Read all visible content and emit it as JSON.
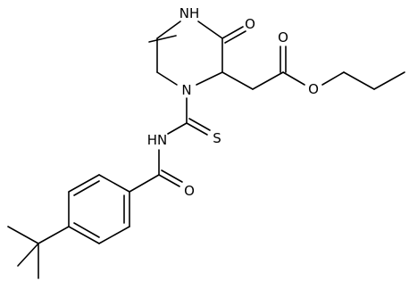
{
  "molecule": {
    "atom_labels": {
      "nh_ring": "NH",
      "o_ketone": "O",
      "n_ring": "N",
      "o_ester_carbonyl": "O",
      "o_ester": "O",
      "s_thio": "S",
      "nh_amide": "HN",
      "o_amide": "O"
    }
  }
}
